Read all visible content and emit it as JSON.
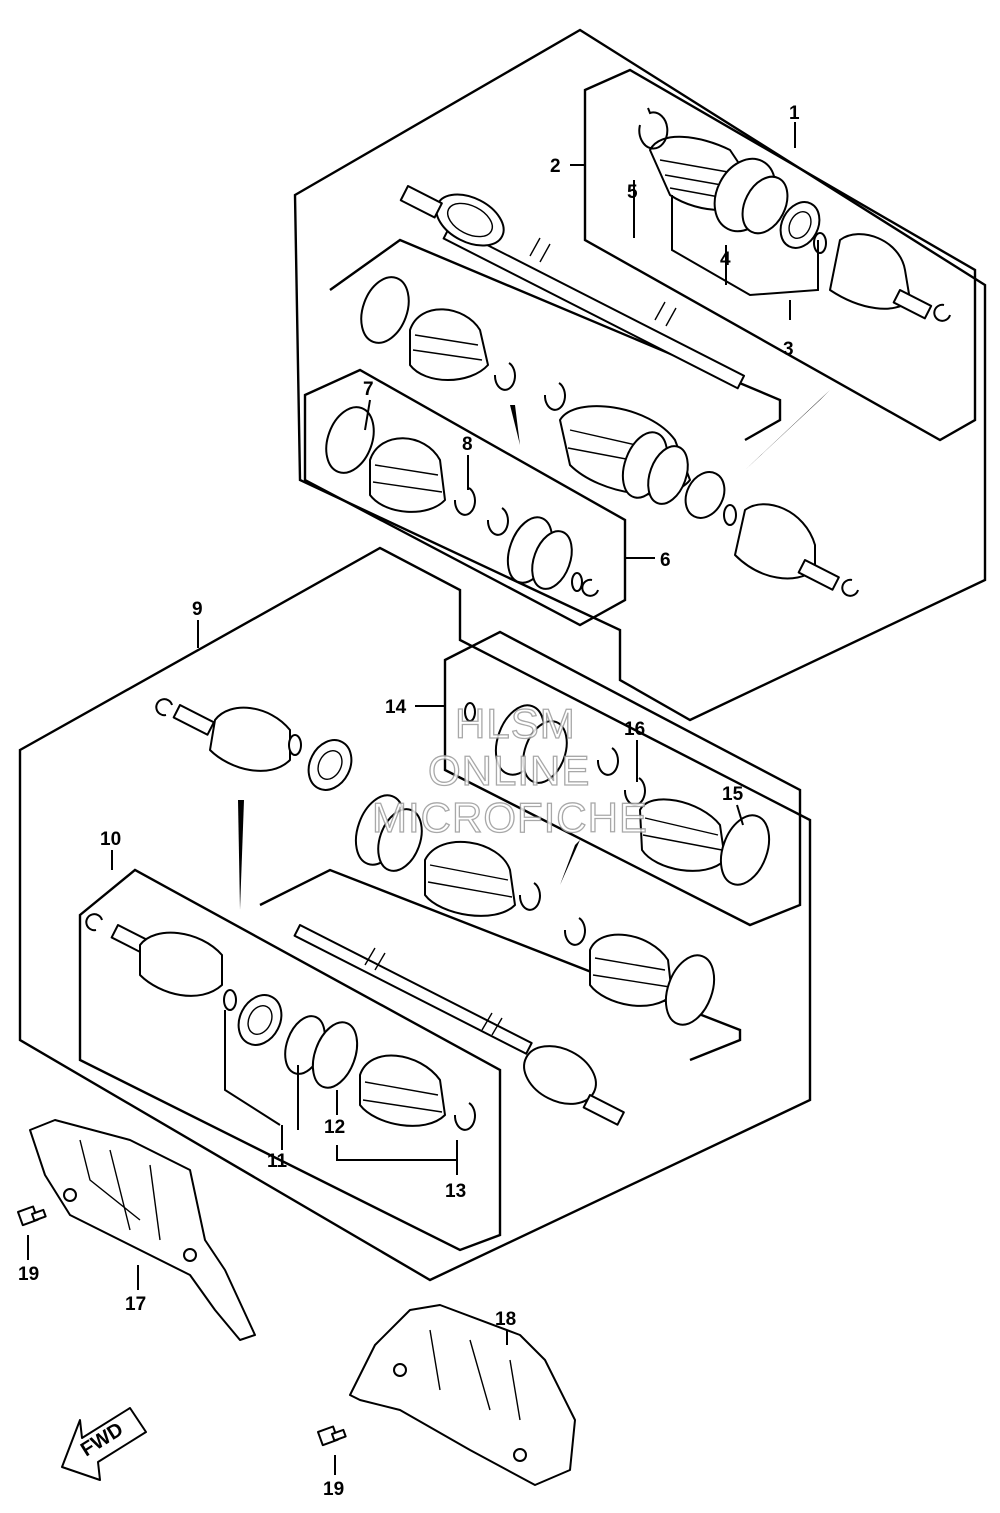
{
  "diagram": {
    "callouts": {
      "p1": "1",
      "p2": "2",
      "p3": "3",
      "p4": "4",
      "p5": "5",
      "p6": "6",
      "p7": "7",
      "p8": "8",
      "p9": "9",
      "p10": "10",
      "p11": "11",
      "p12": "12",
      "p13": "13",
      "p14": "14",
      "p15": "15",
      "p16": "16",
      "p17": "17",
      "p18": "18",
      "p19a": "19",
      "p19b": "19"
    },
    "fwd_label": "FWD",
    "watermark": {
      "line1": "HLSM",
      "line2": "ONLINE",
      "line3": "MICROFICHE"
    }
  }
}
